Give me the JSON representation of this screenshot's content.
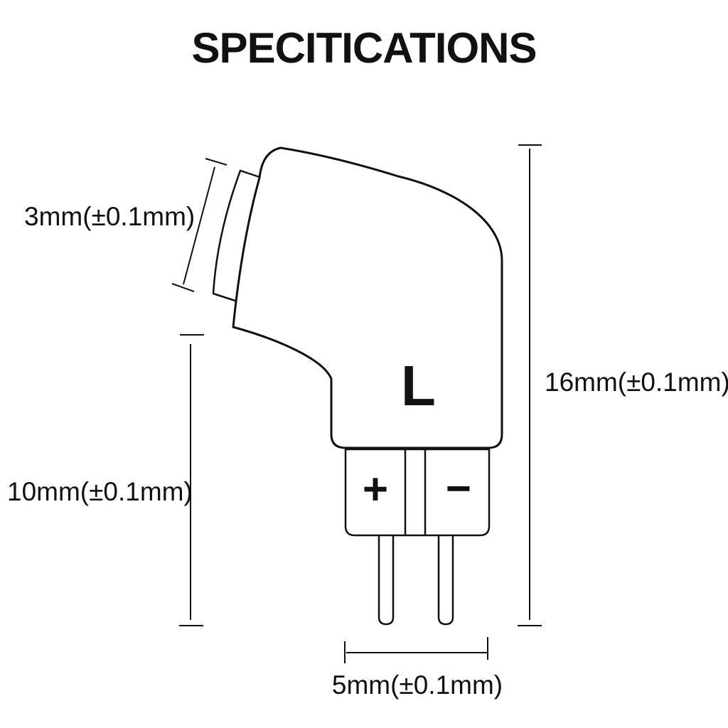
{
  "title": "SPECITICATIONS",
  "connector": {
    "channel_label": "L",
    "polarity_positive": "+",
    "polarity_negative": "−"
  },
  "dimensions": {
    "nozzle_length": "3mm(±0.1mm)",
    "lower_height": "10mm(±0.1mm)",
    "total_height": "16mm(±0.1mm)",
    "base_width": "5mm(±0.1mm)"
  },
  "colors": {
    "line": "#111111",
    "text": "#111111",
    "background": "#ffffff"
  }
}
